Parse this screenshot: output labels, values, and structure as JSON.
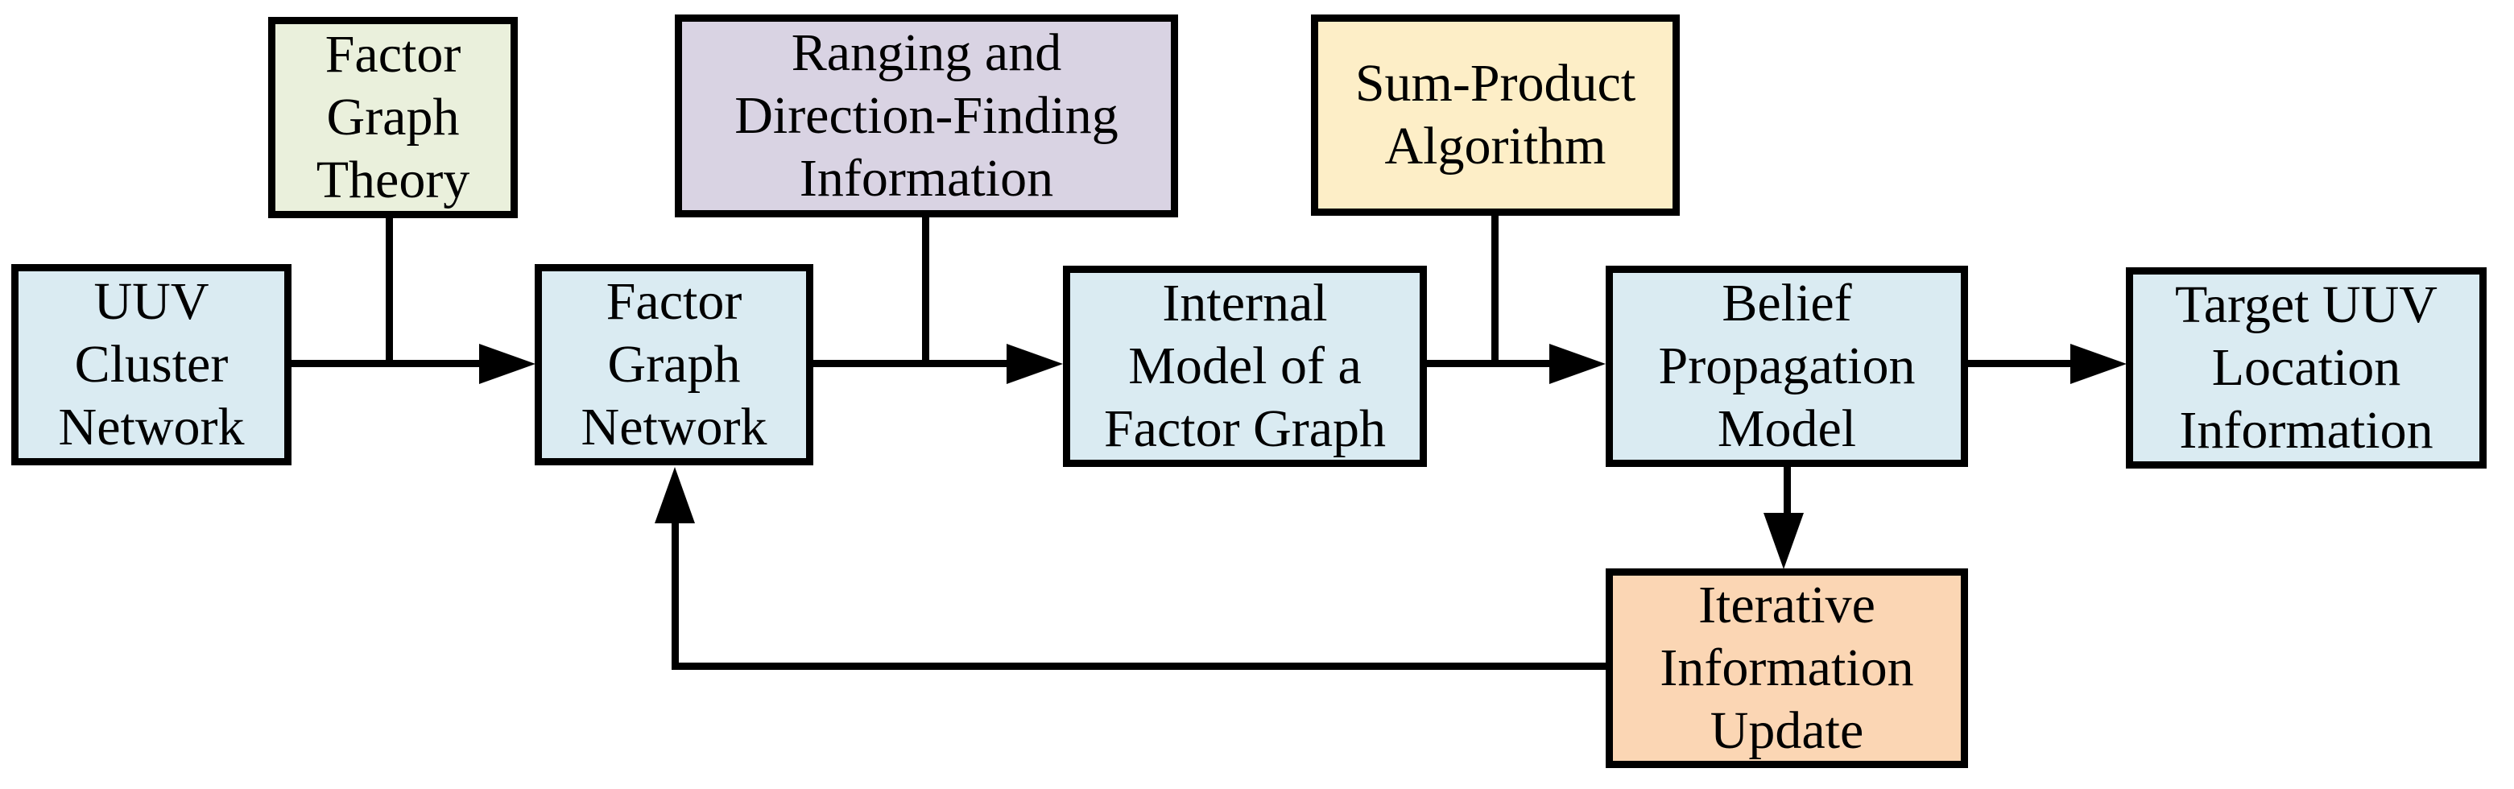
{
  "palette": {
    "stroke": "#000000",
    "text": "#000000",
    "background": "#ffffff",
    "blue": "#daebf2",
    "green": "#eaf0dc",
    "purple": "#d9d3e3",
    "yellow": "#fdeec7",
    "orange": "#fbd6b4"
  },
  "diagram": {
    "nodes": {
      "factor_graph_theory": {
        "label": "Factor\nGraph\nTheory",
        "fill": "#eaf0dc"
      },
      "ranging_direction": {
        "label": "Ranging and\nDirection-Finding\nInformation",
        "fill": "#d9d3e3"
      },
      "sum_product_algorithm": {
        "label": "Sum-Product\nAlgorithm",
        "fill": "#fdeec7"
      },
      "uuv_cluster_network": {
        "label": "UUV\nCluster\nNetwork",
        "fill": "#daebf2"
      },
      "factor_graph_network": {
        "label": "Factor\nGraph\nNetwork",
        "fill": "#daebf2"
      },
      "internal_model": {
        "label": "Internal\nModel of a\nFactor Graph",
        "fill": "#daebf2"
      },
      "belief_propagation": {
        "label": "Belief\nPropagation\nModel",
        "fill": "#daebf2"
      },
      "target_uuv_location": {
        "label": "Target UUV\nLocation\nInformation",
        "fill": "#daebf2"
      },
      "iterative_update": {
        "label": "Iterative\nInformation\nUpdate",
        "fill": "#fbd6b4"
      }
    },
    "edges": [
      {
        "from": "uuv_cluster_network",
        "to": "factor_graph_network",
        "type": "arrow"
      },
      {
        "from": "factor_graph_theory",
        "to": "uuv_to_fgn_arrow",
        "type": "stub"
      },
      {
        "from": "factor_graph_network",
        "to": "internal_model",
        "type": "arrow"
      },
      {
        "from": "ranging_direction",
        "to": "fgn_to_internal_arrow",
        "type": "stub"
      },
      {
        "from": "internal_model",
        "to": "belief_propagation",
        "type": "arrow"
      },
      {
        "from": "sum_product_algorithm",
        "to": "internal_to_bpm_arrow",
        "type": "stub"
      },
      {
        "from": "belief_propagation",
        "to": "target_uuv_location",
        "type": "arrow"
      },
      {
        "from": "belief_propagation",
        "to": "iterative_update",
        "type": "arrow"
      },
      {
        "from": "iterative_update",
        "to": "factor_graph_network",
        "type": "feedback-arrow"
      }
    ]
  }
}
